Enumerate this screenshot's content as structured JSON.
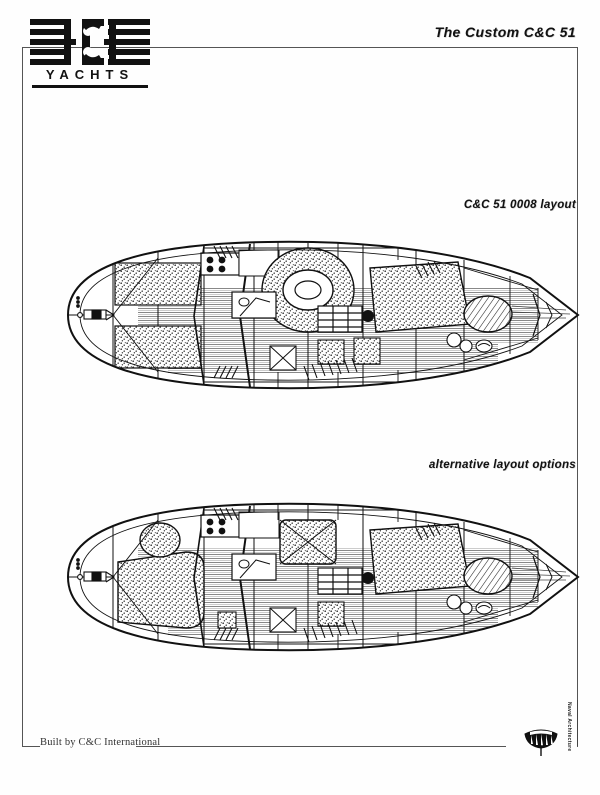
{
  "document": {
    "brand": "C&C",
    "brand_subtitle": "YACHTS",
    "title": "The Custom C&C 51",
    "footer": "Built by C&C International",
    "footer_vertical_note": "Naval Architecture",
    "background_color": "#ffffff",
    "ink_color": "#111111",
    "frame_color": "#555555"
  },
  "sections": [
    {
      "id": "plan-1",
      "caption": "C&C 51 0008 layout",
      "drawing_name": "yacht-deck-plan-standard",
      "description": "Overhead accommodation plan of the C&C 51, hull number 0008"
    },
    {
      "id": "plan-2",
      "caption": "alternative layout options",
      "drawing_name": "yacht-deck-plan-alternative",
      "description": "Overhead accommodation plan showing alternative interior arrangement"
    }
  ],
  "emblem": {
    "name": "c-and-c-international-emblem"
  }
}
